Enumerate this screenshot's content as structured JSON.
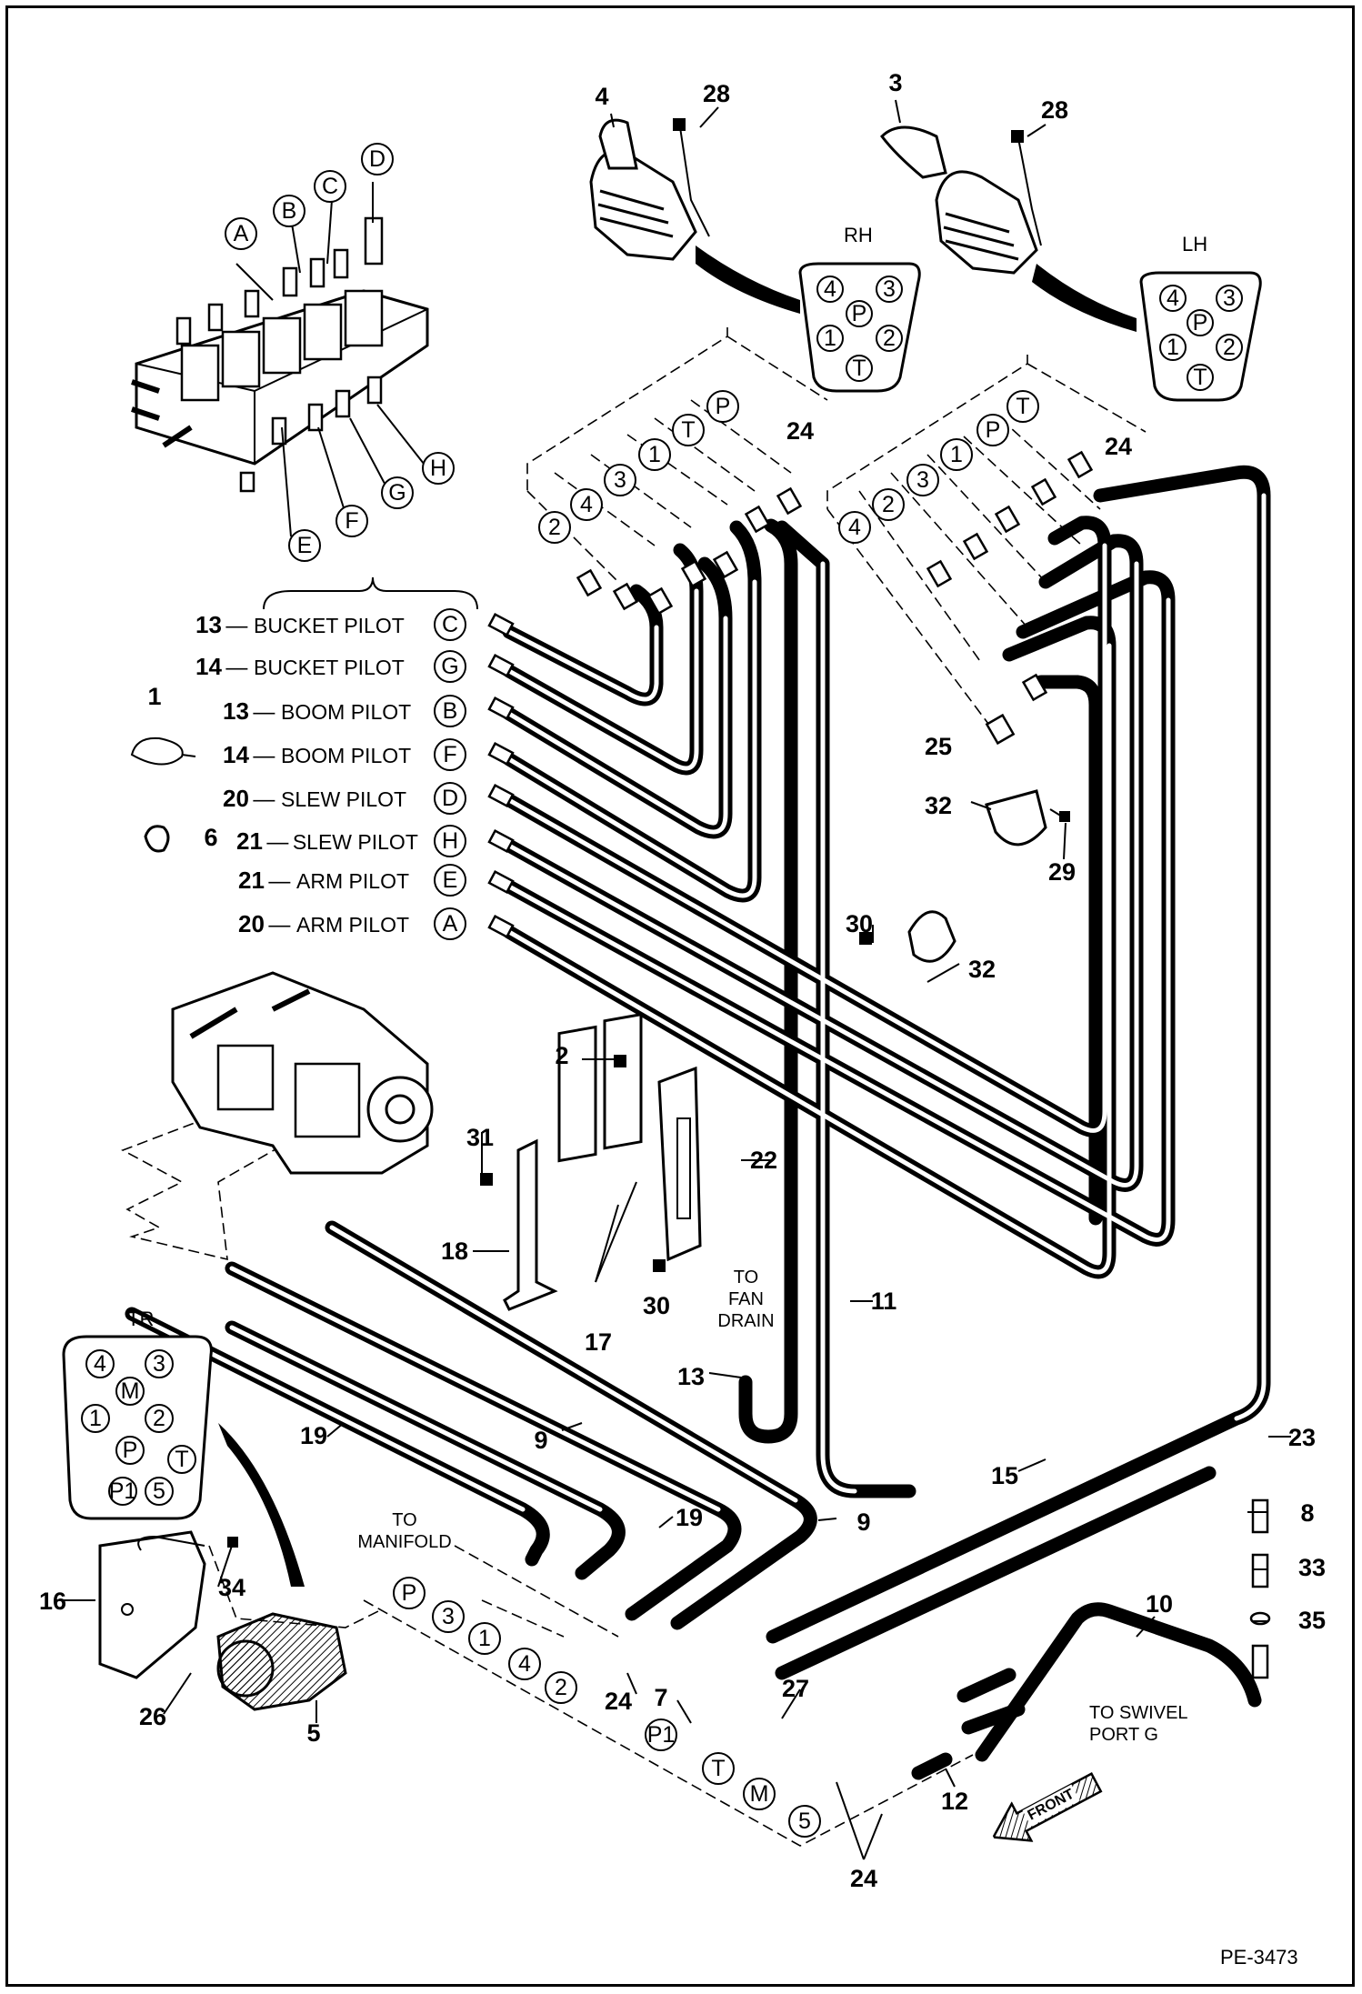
{
  "diagram": {
    "doc_code": "PE-3473",
    "pilot_rows": [
      {
        "part": "13",
        "label": "BUCKET PILOT",
        "port": "C"
      },
      {
        "part": "14",
        "label": "BUCKET PILOT",
        "port": "G"
      },
      {
        "part": "13",
        "label": "BOOM PILOT",
        "port": "B"
      },
      {
        "part": "14",
        "label": "BOOM PILOT",
        "port": "F"
      },
      {
        "part": "20",
        "label": "SLEW PILOT",
        "port": "D"
      },
      {
        "part": "21",
        "label": "SLEW PILOT",
        "port": "H"
      },
      {
        "part": "21",
        "label": "ARM PILOT",
        "port": "E"
      },
      {
        "part": "20",
        "label": "ARM PILOT",
        "port": "A"
      }
    ],
    "valve_ports_top": [
      "A",
      "B",
      "C",
      "D"
    ],
    "valve_ports_bottom": [
      "E",
      "F",
      "G",
      "H"
    ],
    "joystick_rh": {
      "label": "RH",
      "part": "4",
      "ports": [
        "4",
        "3",
        "P",
        "1",
        "2",
        "T"
      ],
      "line_ports": [
        "2",
        "4",
        "3",
        "1",
        "T",
        "P"
      ]
    },
    "joystick_lh": {
      "label": "LH",
      "part": "3",
      "ports": [
        "4",
        "3",
        "P",
        "1",
        "2",
        "T"
      ],
      "line_ports": [
        "4",
        "2",
        "3",
        "1",
        "P",
        "T"
      ]
    },
    "travel": {
      "label": "TR",
      "ports": [
        "4",
        "3",
        "M",
        "1",
        "2",
        "P",
        "T",
        "P1",
        "5"
      ],
      "line_ports": [
        "P",
        "3",
        "1",
        "4",
        "2",
        "P1",
        "T",
        "M",
        "5"
      ]
    },
    "notes": {
      "to_manifold": [
        "TO",
        "MANIFOLD"
      ],
      "to_fan_drain": [
        "TO",
        "FAN",
        "DRAIN"
      ],
      "to_swivel": [
        "TO SWIVEL",
        "PORT G"
      ],
      "front": "FRONT"
    },
    "callouts": {
      "c1": "1",
      "c2": "2",
      "c3": "3",
      "c4": "4",
      "c5": "5",
      "c6": "6",
      "c7": "7",
      "c8": "8",
      "c9a": "9",
      "c9b": "9",
      "c10": "10",
      "c11": "11",
      "c12": "12",
      "c13": "13",
      "c15": "15",
      "c16": "16",
      "c17": "17",
      "c18": "18",
      "c19a": "19",
      "c19b": "19",
      "c22": "22",
      "c23": "23",
      "c24a": "24",
      "c24b": "24",
      "c24c": "24",
      "c24d": "24",
      "c25": "25",
      "c26": "26",
      "c27": "27",
      "c28a": "28",
      "c28b": "28",
      "c29": "29",
      "c30a": "30",
      "c30b": "30",
      "c31": "31",
      "c32a": "32",
      "c32b": "32",
      "c33": "33",
      "c34": "34",
      "c35": "35"
    }
  }
}
